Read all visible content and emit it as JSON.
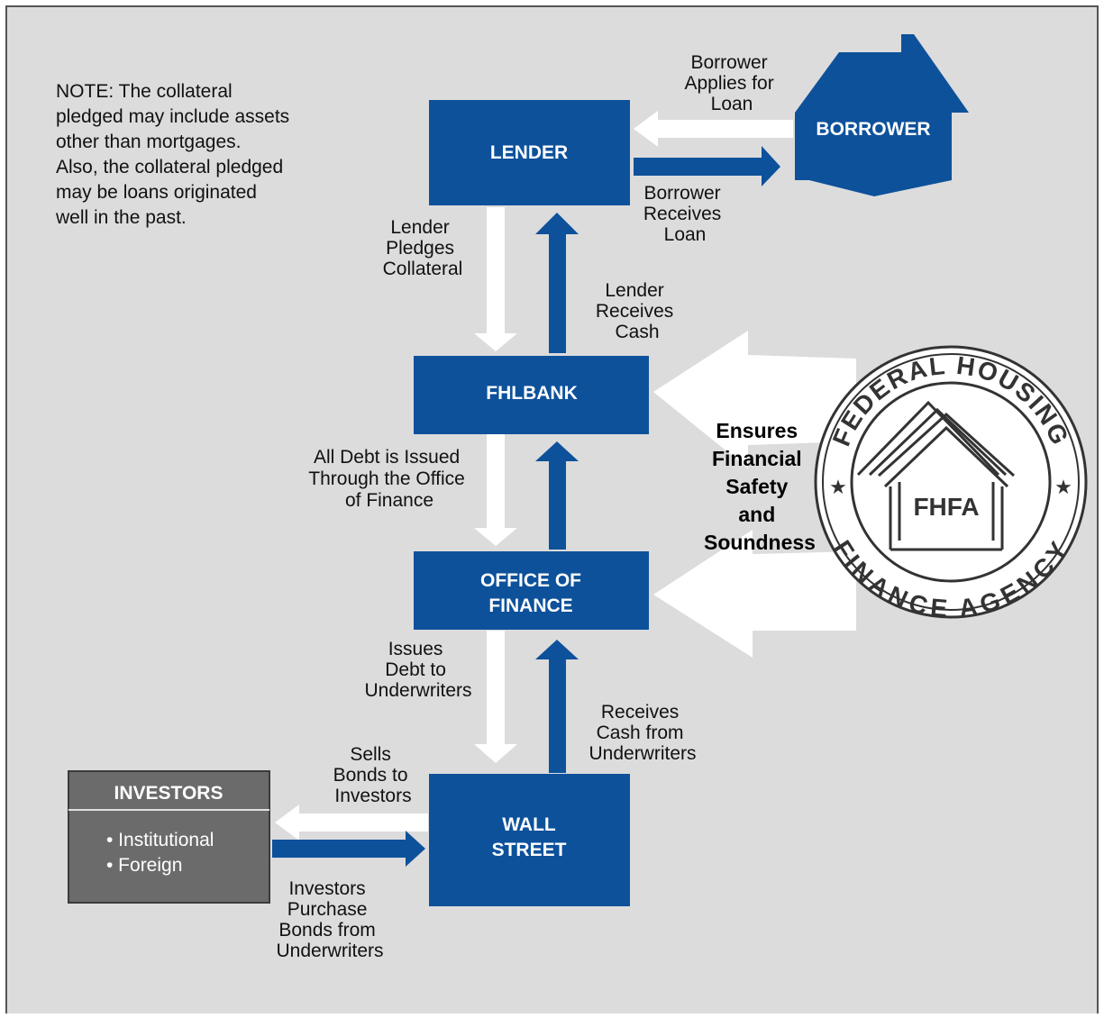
{
  "note": {
    "lines": [
      "NOTE: The collateral",
      "pledged may include assets",
      "other than mortgages.",
      "Also, the collateral pledged",
      "may be loans originated",
      "well in the past."
    ]
  },
  "boxes": {
    "lender": [
      "LENDER"
    ],
    "borrower": [
      "BORROWER"
    ],
    "fhlbank": [
      "FHLBANK"
    ],
    "office_of_finance": [
      "OFFICE OF",
      "FINANCE"
    ],
    "wall_street": [
      "WALL",
      "STREET"
    ]
  },
  "investors": {
    "title": "INVESTORS",
    "items": [
      "• Institutional",
      "• Foreign"
    ]
  },
  "flows": {
    "borrower_applies": [
      "Borrower",
      "Applies for",
      "Loan"
    ],
    "borrower_receives": [
      "Borrower",
      "Receives",
      "Loan"
    ],
    "lender_pledges": [
      "Lender",
      "Pledges",
      "Collateral"
    ],
    "lender_receives": [
      "Lender",
      "Receives",
      "Cash"
    ],
    "debt_issued": [
      "All Debt is Issued",
      "Through the Office",
      "of Finance"
    ],
    "issues_debt": [
      "Issues",
      "Debt to",
      "Underwriters"
    ],
    "receives_cash": [
      "Receives",
      "Cash from",
      "Underwriters"
    ],
    "sells_bonds": [
      "Sells",
      "Bonds to",
      "Investors"
    ],
    "investors_purchase": [
      "Investors",
      "Purchase",
      "Bonds from",
      "Underwriters"
    ]
  },
  "ensures": [
    "Ensures",
    "Financial",
    "Safety",
    "and",
    "Soundness"
  ],
  "seal": {
    "top_text": "FEDERAL HOUSING",
    "bottom_text": "FINANCE AGENCY",
    "center_text": "FHFA",
    "star": "★"
  },
  "colors": {
    "background": "#dcdcdc",
    "box_blue": "#0d519b",
    "investors_gray": "#6b6b6b",
    "arrow_white": "#ffffff"
  }
}
